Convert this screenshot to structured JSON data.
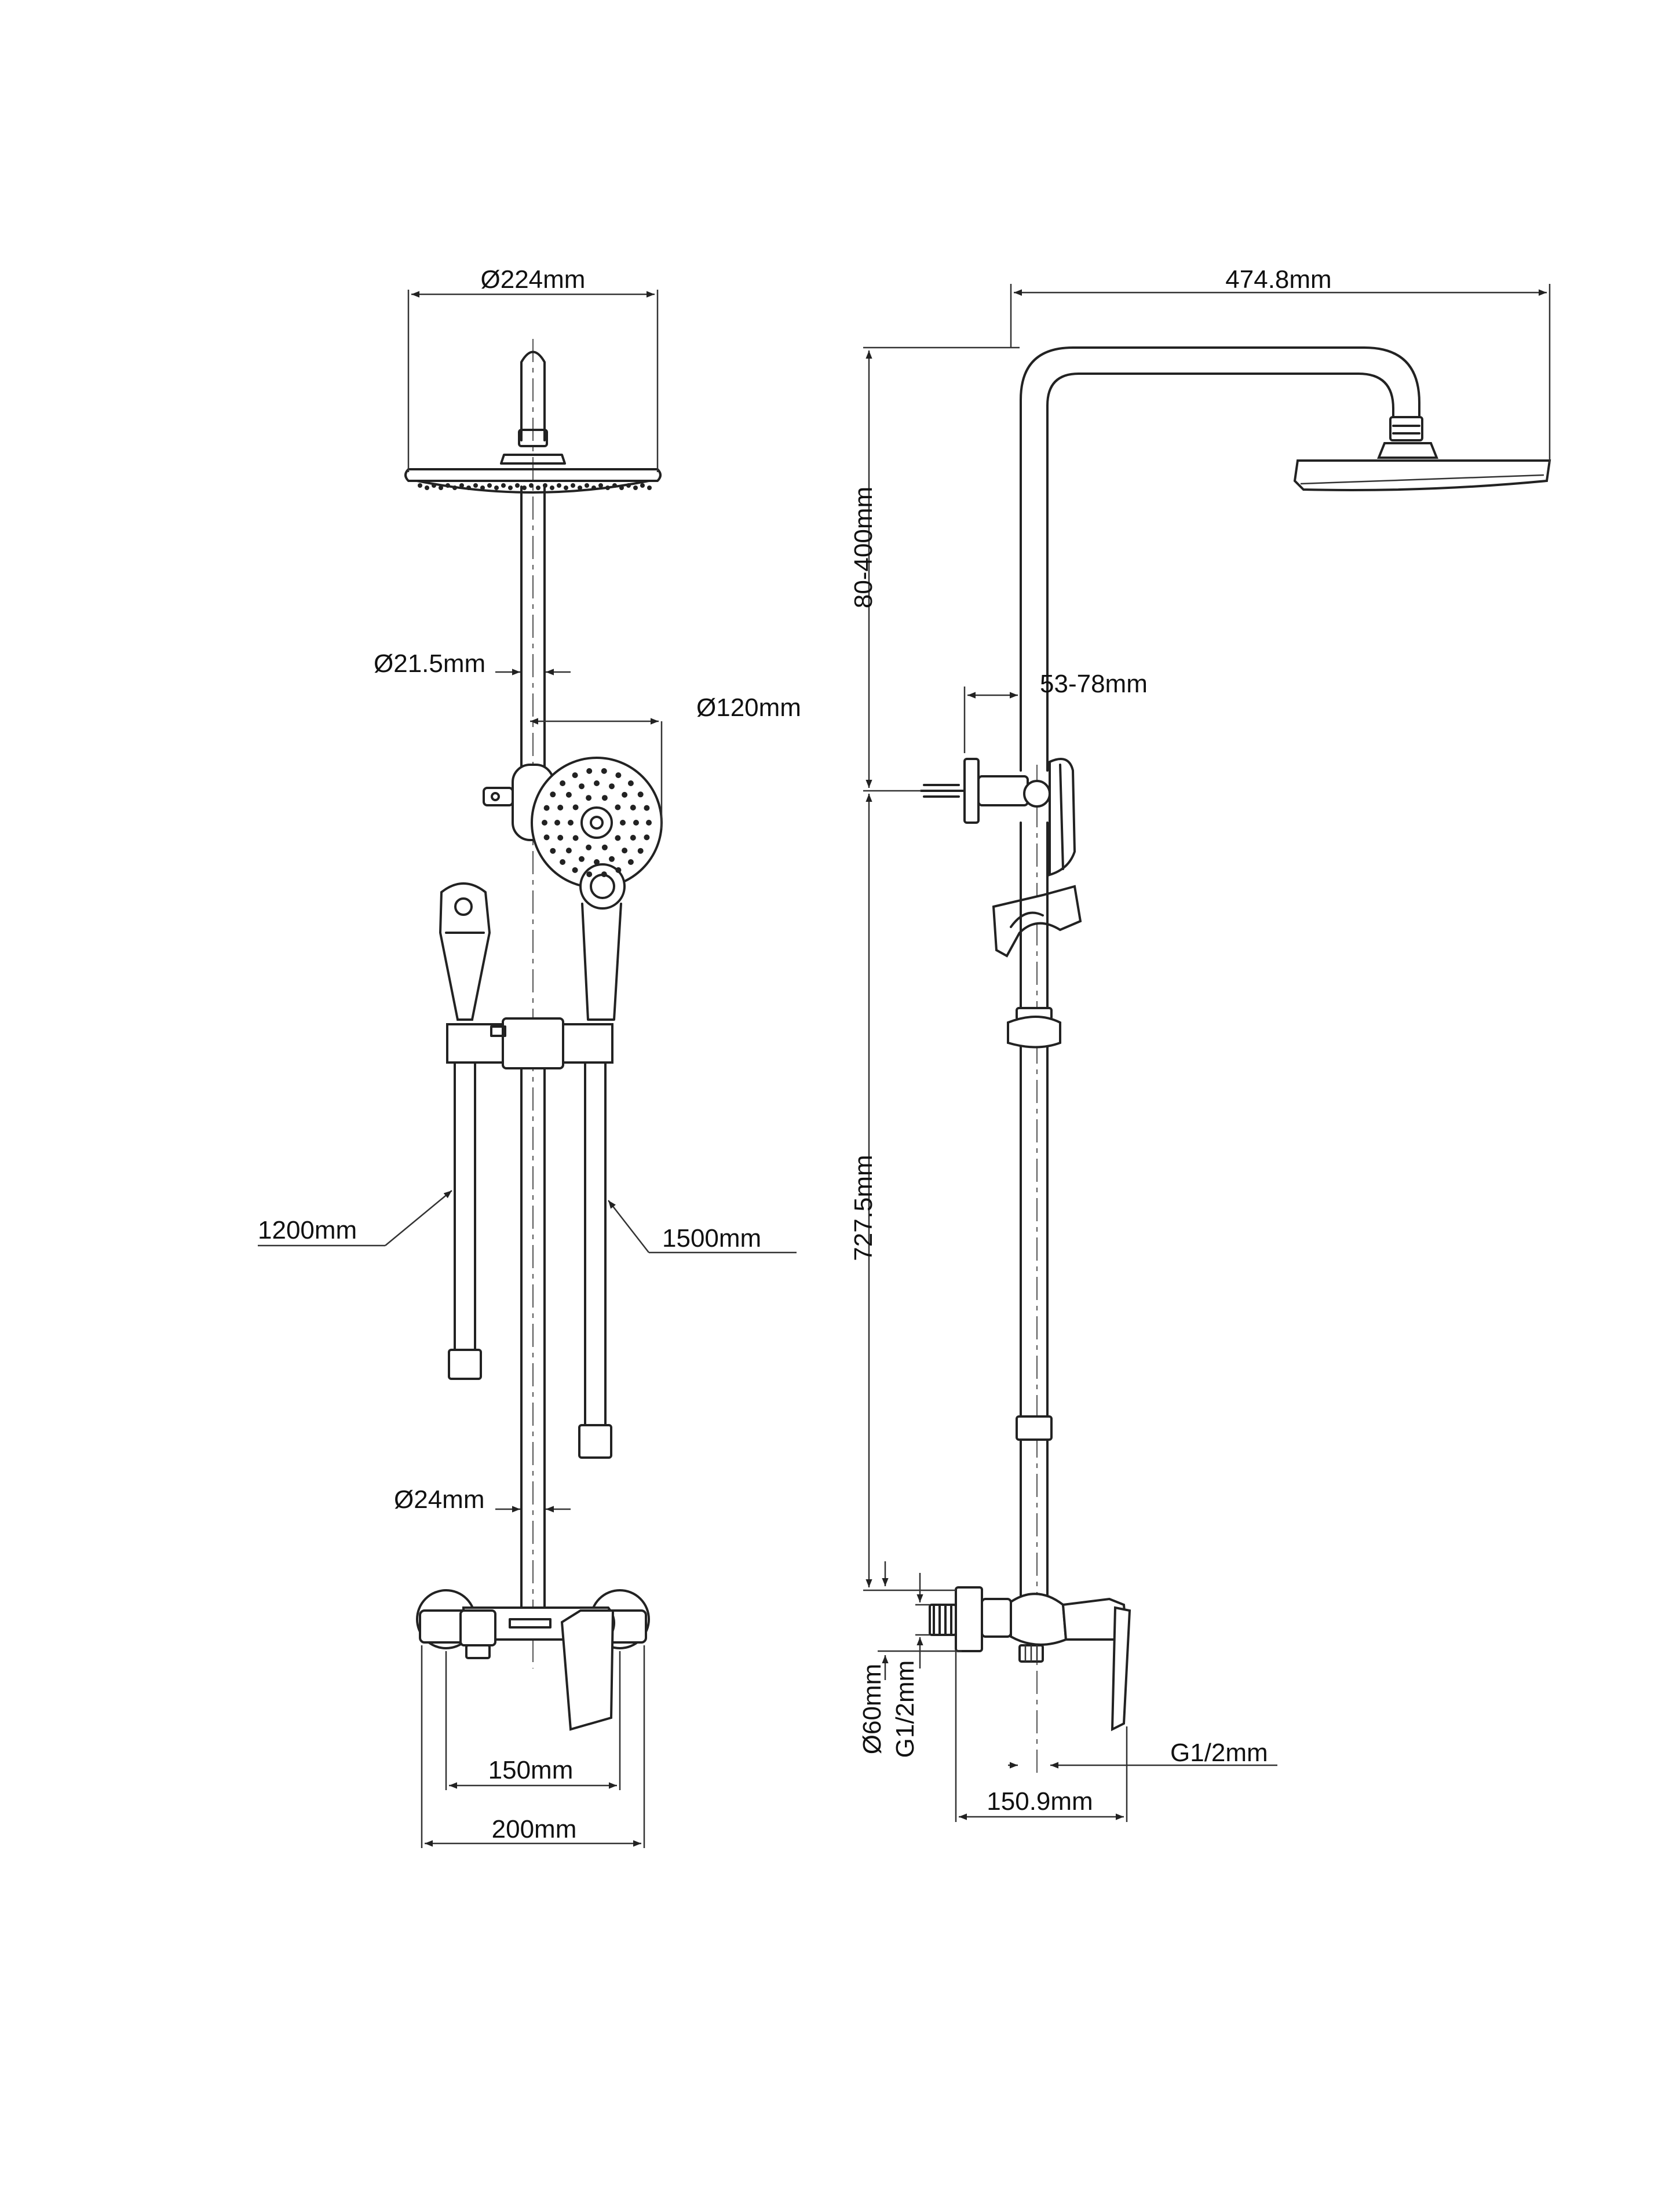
{
  "diagram": {
    "front_view": {
      "overhead_shower_diameter": "Ø224mm",
      "pipe_diameter_upper": "Ø21.5mm",
      "hand_shower_diameter": "Ø120mm",
      "hose_left_length": "1200mm",
      "hose_right_length": "1500mm",
      "pipe_diameter_lower": "Ø24mm",
      "inlet_spacing": "150mm",
      "mixer_width": "200mm"
    },
    "side_view": {
      "arm_reach": "474.8mm",
      "height_adjustment": "80-400mm",
      "wall_distance": "53-78mm",
      "column_height": "727.5mm",
      "escutcheon_diameter": "Ø60mm",
      "inlet_thread_left": "G1/2mm",
      "inlet_thread_right": "G1/2mm",
      "mixer_depth": "150.9mm"
    }
  },
  "colors": {
    "line": "#222222",
    "background": "#ffffff"
  }
}
